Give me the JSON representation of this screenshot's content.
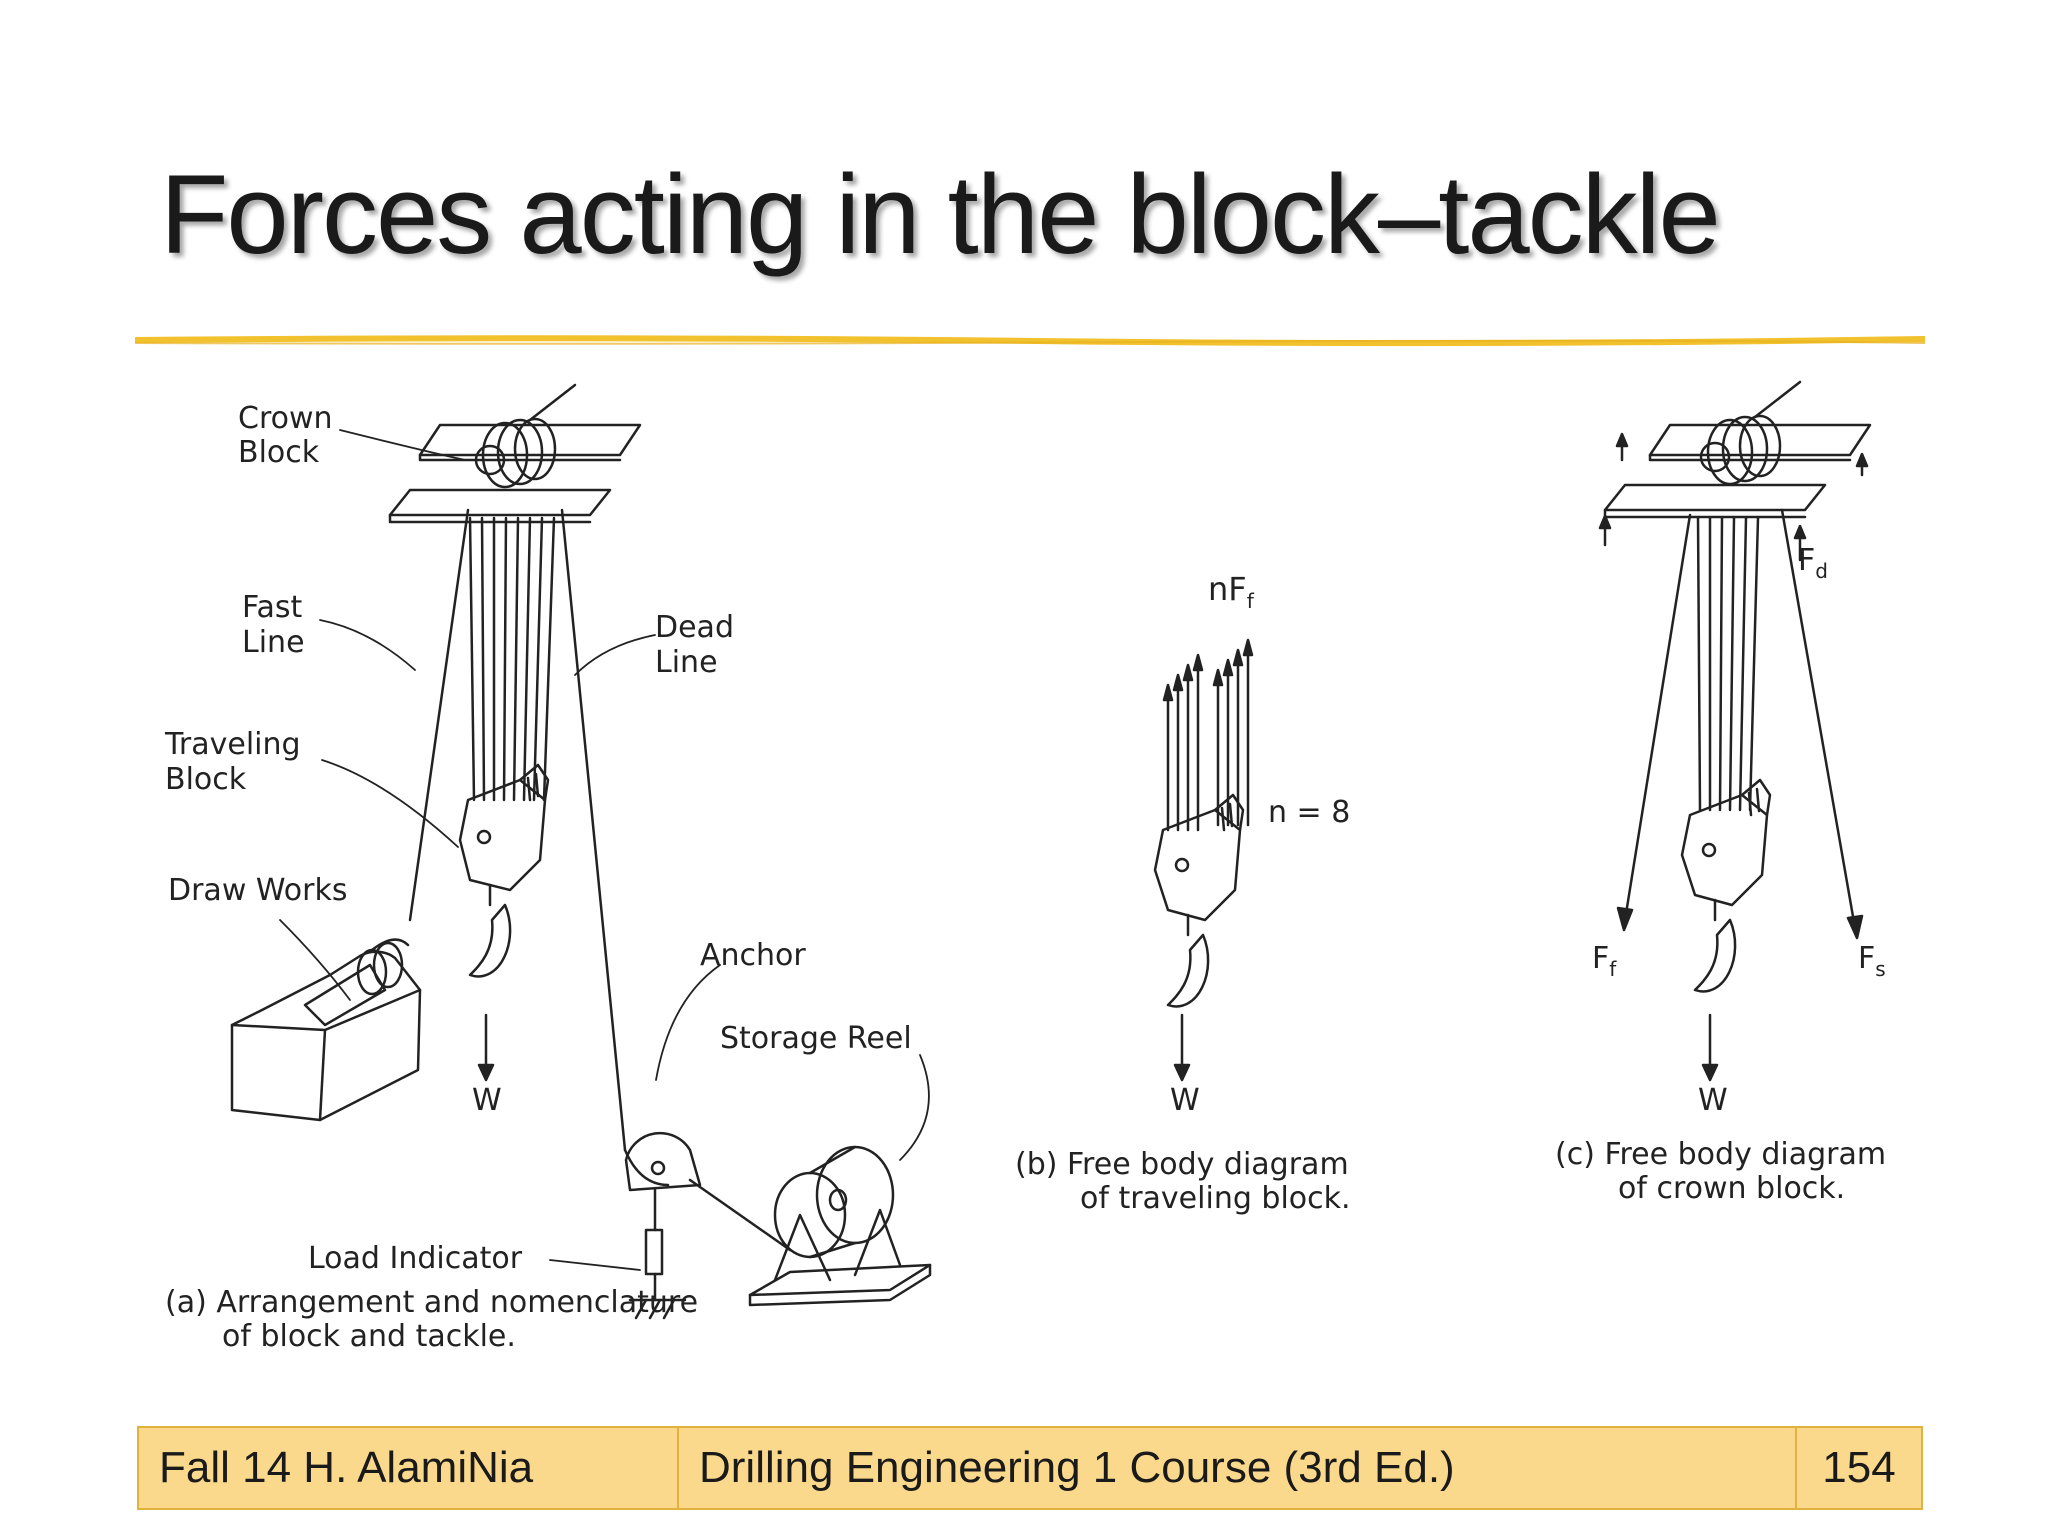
{
  "slide": {
    "title": "Forces acting in the block–tackle"
  },
  "figure": {
    "a": {
      "crown_block": [
        "Crown",
        "Block"
      ],
      "fast_line": [
        "Fast",
        "Line"
      ],
      "dead_line": [
        "Dead",
        "Line"
      ],
      "traveling_block": [
        "Traveling",
        "Block"
      ],
      "draw_works": "Draw Works",
      "anchor": "Anchor",
      "storage_reel": "Storage Reel",
      "load_indicator": "Load Indicator",
      "weight": "W",
      "caption": [
        "(a) Arrangement and nomenclature",
        "of block and tackle."
      ]
    },
    "b": {
      "force_main": "nF",
      "force_sub": "f",
      "n_label": "n = 8",
      "weight": "W",
      "caption": [
        "(b) Free body diagram",
        "of traveling block."
      ]
    },
    "c": {
      "fd_main": "F",
      "fd_sub": "d",
      "ff_main": "F",
      "ff_sub": "f",
      "fs_main": "F",
      "fs_sub": "s",
      "weight": "W",
      "caption": [
        "(c) Free body diagram",
        "of crown block."
      ]
    }
  },
  "footer": {
    "left": "Fall 14 H. AlamiNia",
    "center": "Drilling Engineering 1 Course (3rd Ed.)",
    "page": "154"
  },
  "colors": {
    "accent": "#f2c12e",
    "footer_bg": "#fbd98c",
    "footer_border": "#e2b23f"
  }
}
